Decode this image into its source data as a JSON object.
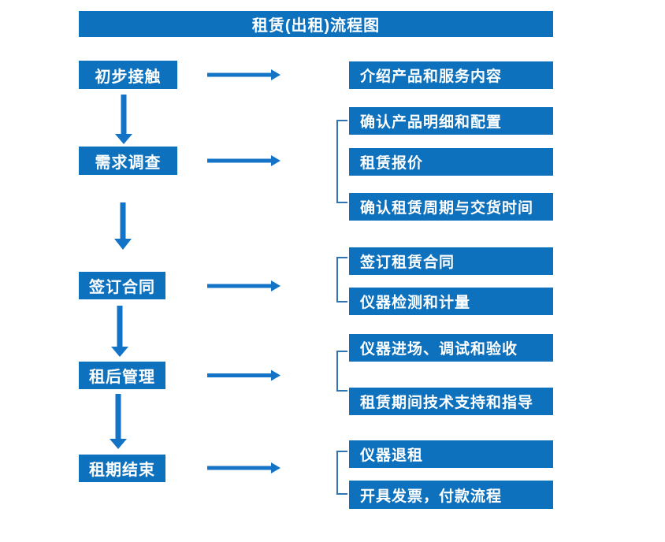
{
  "title": "租赁(出租)流程图",
  "colors": {
    "box_blue": "#0D71BE",
    "arrow_blue": "#1373C6",
    "bracket_blue": "#2E75B6",
    "text": "#FFFFFF",
    "background": "#FFFFFF"
  },
  "steps": [
    {
      "label": "初步接触",
      "details": [
        "介绍产品和服务内容"
      ]
    },
    {
      "label": "需求调查",
      "details": [
        "确认产品明细和配置",
        "租赁报价",
        "确认租赁周期与交货时间"
      ]
    },
    {
      "label": "签订合同",
      "details": [
        "签订租赁合同",
        "仪器检测和计量"
      ]
    },
    {
      "label": "租后管理",
      "details": [
        "仪器进场、调试和验收",
        "租赁期间技术支持和指导"
      ]
    },
    {
      "label": "租期结束",
      "details": [
        "仪器退租",
        "开具发票，付款流程"
      ]
    }
  ]
}
